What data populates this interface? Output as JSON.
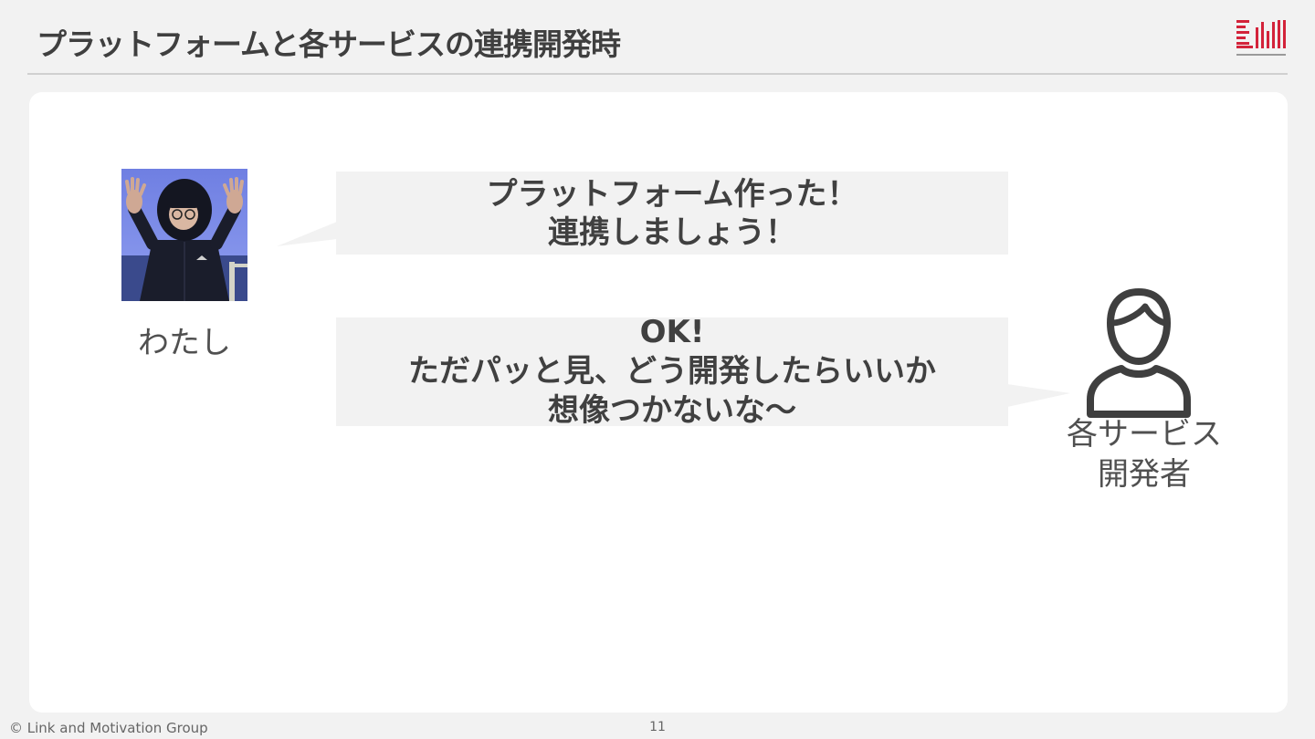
{
  "slide": {
    "title": "プラットフォームと各サービスの連携開発時",
    "logo_icon": "lmg-logo-icon",
    "footer": {
      "copyright": "© Link and Motivation Group",
      "page_number": "11"
    }
  },
  "left_person": {
    "photo_icon": "person-photo",
    "label": "わたし"
  },
  "right_person": {
    "icon": "user-outline-icon",
    "label_lines": [
      "各サービス",
      "開発者"
    ]
  },
  "bubbles": [
    {
      "lines": [
        "プラットフォーム作った！",
        "連携しましょう！"
      ]
    },
    {
      "lines": [
        "OK!",
        "ただパッと見、どう開発したらいいか",
        "想像つかないな～"
      ]
    }
  ],
  "colors": {
    "background": "#f2f2f2",
    "card": "#ffffff",
    "bubble": "#f2f2f2",
    "text": "#404040",
    "logo_accent": "#d3233a"
  }
}
